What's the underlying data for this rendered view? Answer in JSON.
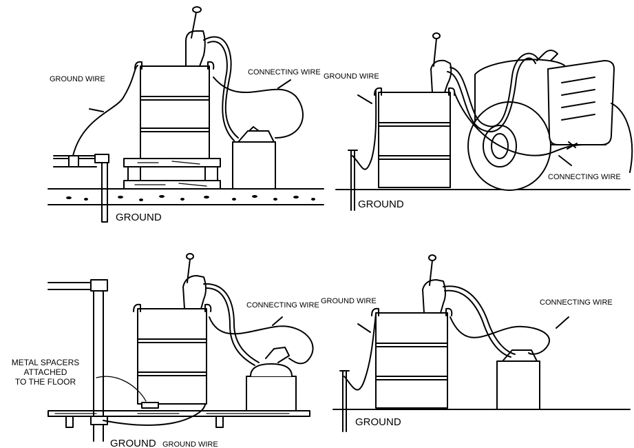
{
  "panels": {
    "top_left": {
      "ground_wire": "GROUND WIRE",
      "connecting_wire": "CONNECTING WIRE",
      "ground": "GROUND"
    },
    "top_right": {
      "ground_wire": "GROUND WIRE",
      "connecting_wire": "CONNECTING WIRE",
      "ground": "GROUND"
    },
    "bottom_left": {
      "connecting_wire": "CONNECTING WIRE",
      "spacers_line1": "METAL SPACERS",
      "spacers_line2": "ATTACHED",
      "spacers_line3": "TO THE FLOOR",
      "ground": "GROUND",
      "ground_wire": "GROUND WIRE"
    },
    "bottom_right": {
      "ground_wire": "GROUND WIRE",
      "connecting_wire": "CONNECTING WIRE",
      "ground": "GROUND"
    }
  }
}
